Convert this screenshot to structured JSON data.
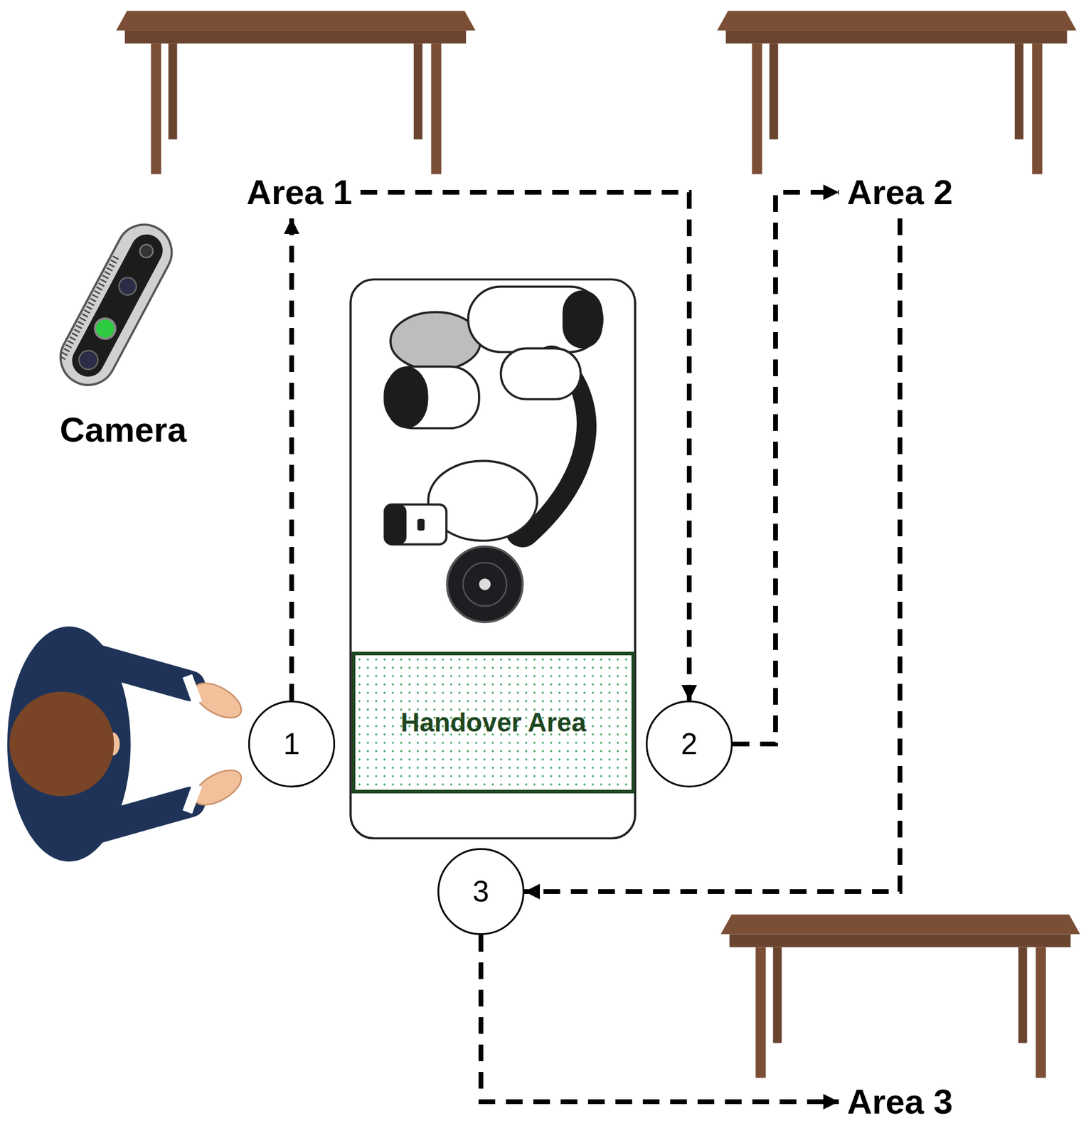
{
  "diagram": {
    "nodes": [
      {
        "text": [
          "Area 1"
        ]
      },
      {
        "text": [
          "Area 2"
        ]
      },
      {
        "text": [
          "1"
        ]
      },
      {
        "text": [
          "Handover Area"
        ]
      },
      {
        "text": [
          "2"
        ]
      },
      {
        "text": [
          "3"
        ]
      },
      {
        "text": [
          "Area 3"
        ]
      }
    ],
    "edges": [
      {
        "from": 2,
        "to": 0,
        "arrow": "to"
      },
      {
        "from": 0,
        "to": 4,
        "arrow": "to"
      },
      {
        "from": 4,
        "to": 1,
        "arrow": "to"
      },
      {
        "from": 1,
        "to": 5,
        "arrow": "to"
      },
      {
        "from": 5,
        "to": 6,
        "arrow": "to"
      }
    ],
    "labels": [
      "Camera"
    ]
  }
}
